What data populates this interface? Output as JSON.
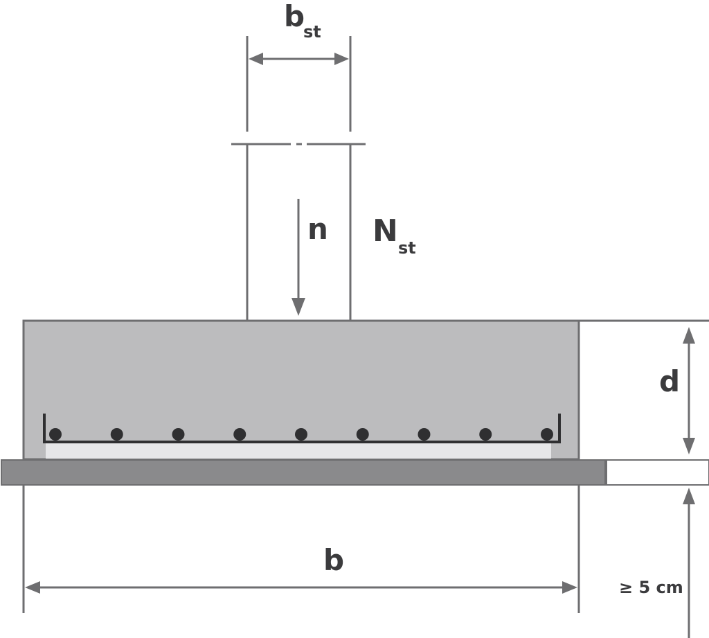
{
  "labels": {
    "column_width": {
      "main": "b",
      "sub": "st"
    },
    "load_small": "n",
    "column_load": {
      "main": "N",
      "sub": "st"
    },
    "footing_depth": "d",
    "footing_width": "b",
    "blinding_thickness": "≥ 5 cm"
  },
  "rebar_count": 9,
  "colors": {
    "footing": "#bcbcbe",
    "blinding_layer": "#8a8a8c",
    "cover_layer": "#e6e6e8",
    "outline": "#6e6e70",
    "rebar": "#2f2f31",
    "label_text": "#3b3b3d"
  }
}
